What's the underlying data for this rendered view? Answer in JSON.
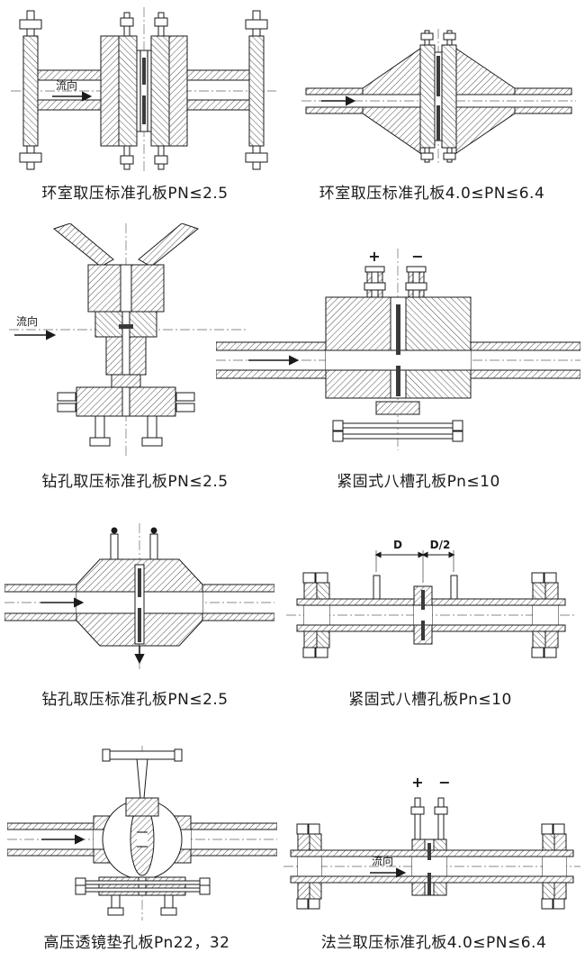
{
  "page": {
    "background": "#ffffff",
    "ink": "#1a1a1a"
  },
  "figures": [
    {
      "id": "fig1",
      "caption": "环室取压标准孔板PN≤2.5",
      "flow_label": "流向"
    },
    {
      "id": "fig2",
      "caption": "环室取压标准孔板4.0≤PN≤6.4"
    },
    {
      "id": "fig3",
      "caption": "钻孔取压标准孔板PN≤2.5",
      "flow_label": "流向"
    },
    {
      "id": "fig4",
      "caption": "紧固式八槽孔板Pn≤10",
      "plus_label": "+",
      "minus_label": "−"
    },
    {
      "id": "fig5",
      "caption": "钻孔取压标准孔板PN≤2.5"
    },
    {
      "id": "fig6",
      "caption": "紧固式八槽孔板Pn≤10",
      "d_label": "D",
      "d2_label": "D/2"
    },
    {
      "id": "fig7",
      "caption": "高压透镜垫孔板Pn22，32"
    },
    {
      "id": "fig8",
      "caption": "法兰取压标准孔板4.0≤PN≤6.4",
      "plus_label": "+",
      "minus_label": "−",
      "flow_label": "流向"
    }
  ]
}
